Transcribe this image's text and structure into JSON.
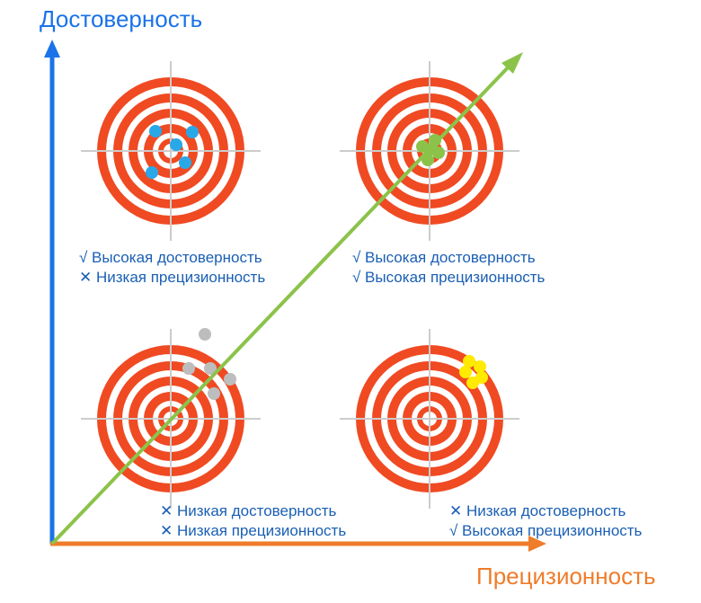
{
  "axes": {
    "y_label": "Достоверность",
    "x_label": "Прецизионность",
    "y_color": "#1a73e8",
    "x_color": "#ef7c2a",
    "trend_color": "#8bc34a"
  },
  "target_colors": {
    "ring": "#f04a23",
    "gap": "#ffffff",
    "crosshair": "#cccccc"
  },
  "quadrants": [
    {
      "id": "top-left",
      "caption_lines": [
        "√ Высокая достоверность",
        "✕ Низкая прецизионность"
      ],
      "shot_color": "#29a8e8",
      "shot_count": 5
    },
    {
      "id": "top-right",
      "caption_lines": [
        "√ Высокая достоверность",
        "√ Высокая прецизионность"
      ],
      "shot_color": "#8bc34a",
      "shot_count": 5
    },
    {
      "id": "bottom-left",
      "caption_lines": [
        "✕ Низкая достоверность",
        "✕ Низкая прецизионность"
      ],
      "shot_color": "#bdbdbd",
      "shot_count": 5
    },
    {
      "id": "bottom-right",
      "caption_lines": [
        "✕ Низкая достоверность",
        "√ Высокая прецизионность"
      ],
      "shot_color": "#ffea00",
      "shot_count": 5
    }
  ]
}
